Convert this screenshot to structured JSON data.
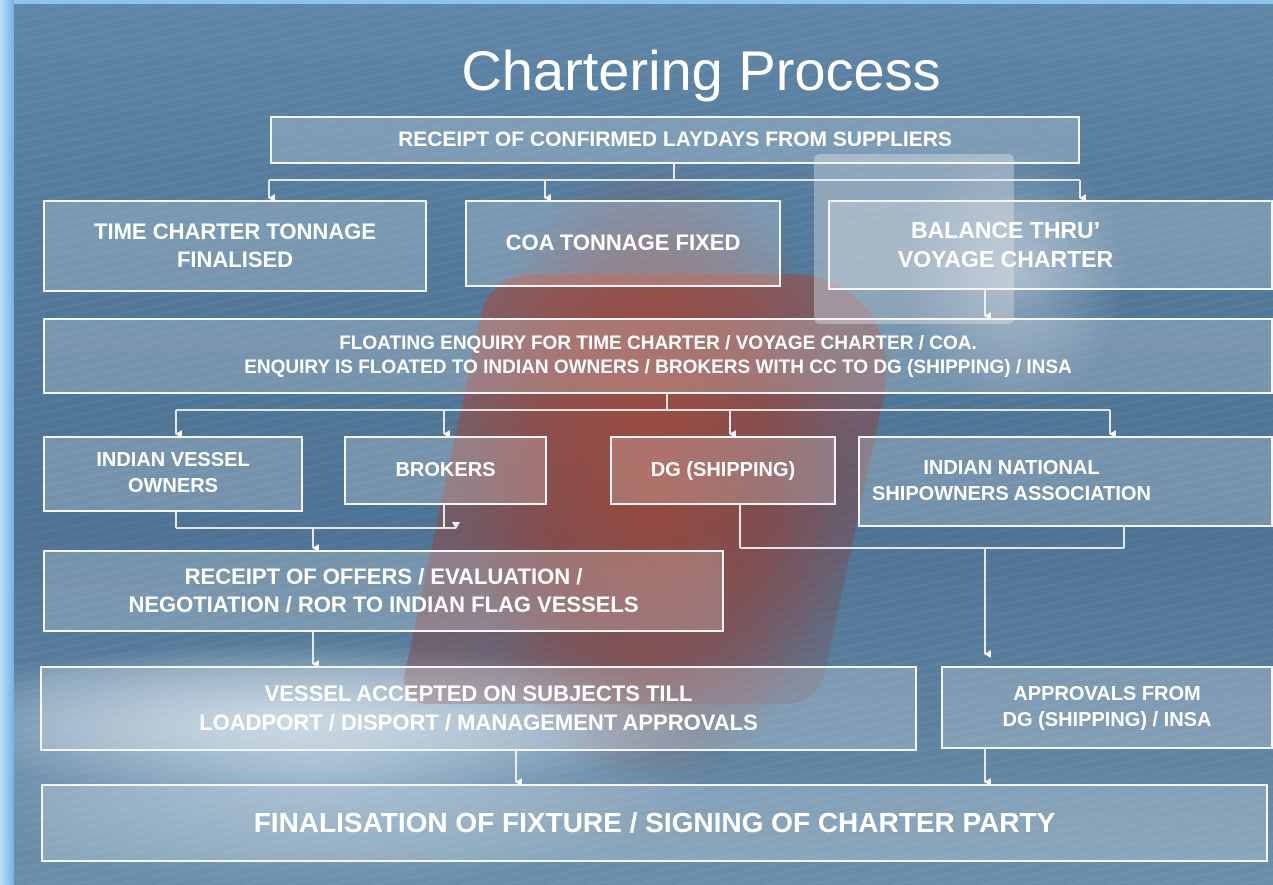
{
  "title": "Chartering Process",
  "nodes": {
    "laydays": "RECEIPT OF CONFIRMED LAYDAYS FROM SUPPLIERS",
    "time_charter": [
      "TIME CHARTER TONNAGE",
      "FINALISED"
    ],
    "coa": "COA TONNAGE FIXED",
    "balance": [
      "BALANCE THRU’",
      "VOYAGE CHARTER"
    ],
    "enquiry": [
      "FLOATING ENQUIRY FOR TIME CHARTER /  VOYAGE CHARTER / COA.",
      "ENQUIRY IS FLOATED TO INDIAN OWNERS / BROKERS WITH CC TO DG (SHIPPING) / INSA"
    ],
    "owners": [
      "INDIAN VESSEL",
      "OWNERS"
    ],
    "brokers": "BROKERS",
    "dg": "DG (SHIPPING)",
    "insa": [
      "INDIAN NATIONAL",
      "SHIPOWNERS ASSOCIATION"
    ],
    "offers": [
      "RECEIPT OF OFFERS / EVALUATION /",
      "NEGOTIATION / ROR TO INDIAN FLAG VESSELS"
    ],
    "accepted": [
      "VESSEL ACCEPTED ON SUBJECTS TILL",
      "LOADPORT / DISPORT / MANAGEMENT APPROVALS"
    ],
    "approvals": [
      "APPROVALS FROM",
      "DG (SHIPPING) / INSA"
    ],
    "fixture": "FINALISATION OF FIXTURE /  SIGNING OF CHARTER PARTY"
  },
  "colors": {
    "box_border": "#f4f6f8",
    "text": "#ffffff",
    "sea": "#53799a",
    "hull": "#b04834"
  }
}
